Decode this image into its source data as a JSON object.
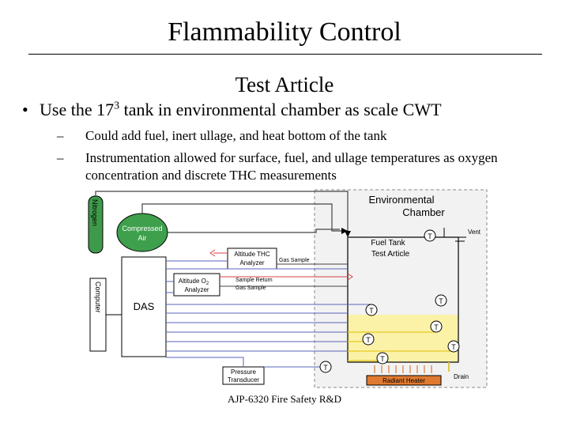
{
  "slide": {
    "title": "Flammability Control",
    "subtitle": "Test Article",
    "bullet": {
      "text_pre": "Use the 17",
      "superscript": "3",
      "text_post": " tank in environmental chamber as scale CWT"
    },
    "sub_bullets": [
      "Could add fuel, inert ullage, and heat bottom of the tank",
      "Instrumentation allowed for surface, fuel, and ullage temperatures as oxygen concentration and discrete THC measurements"
    ],
    "footer": "AJP-6320 Fire Safety R&D"
  },
  "diagram": {
    "chamber_label": [
      "Environmental",
      "Chamber"
    ],
    "vent_label": "Vent",
    "nitrogen_label": "Nitrogen",
    "compressed_air_label": [
      "Compressed",
      "Air"
    ],
    "thc_analyzer_label": [
      "Altitude THC",
      "Analyzer"
    ],
    "o2_analyzer_label": [
      "Altitude O",
      "2",
      "Analyzer"
    ],
    "gas_sample_label": "Gas Sample",
    "sample_return_label": "Sample Return",
    "gas_sample_2_label": "Gas Sample",
    "computer_label": "Computer",
    "das_label": "DAS",
    "fuel_tank_label": [
      "Fuel Tank",
      "Test Article"
    ],
    "pressure_transducer_label": [
      "Pressure",
      "Transducer"
    ],
    "radiant_heater_label": "Radiant Heater",
    "drain_label": "Drain",
    "thermocouple_label": "T",
    "colors": {
      "nitrogen": "#3e9a4a",
      "compressed_air": "#3ea04c",
      "fuel": "#fbf2a8",
      "heater": "#e07a30",
      "chamber_fill": "#f2f2f2",
      "wire": "#5a64b8"
    }
  }
}
